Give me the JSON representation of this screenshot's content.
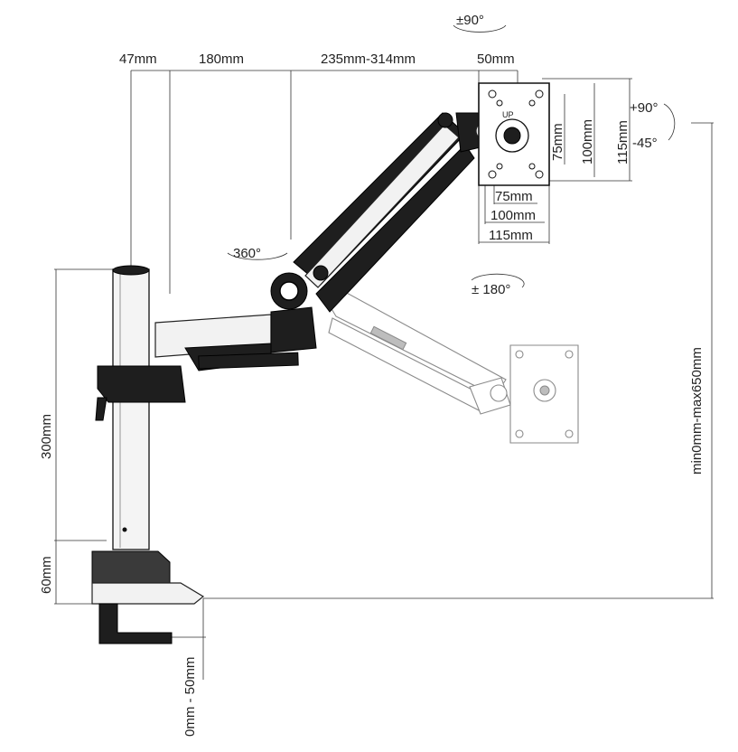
{
  "dimensions": {
    "rotate_top": "±90°",
    "width_47": "47mm",
    "width_180": "180mm",
    "width_235_314": "235mm-314mm",
    "width_50": "50mm",
    "tilt_up": "+90°",
    "tilt_down": "-45°",
    "vesa_h_75": "75mm",
    "vesa_h_100": "100mm",
    "vesa_h_115": "115mm",
    "vesa_w_75": "75mm",
    "vesa_w_100": "100mm",
    "vesa_w_115": "115mm",
    "rotate_arm": "360°",
    "rotate_head": "± 180°",
    "height_range": "min0mm-max650mm",
    "pole_300": "300mm",
    "base_60": "60mm",
    "clamp_range": "0mm - 50mm"
  },
  "plate_labels": {
    "up": "UP"
  },
  "colors": {
    "arm": "#1e1e1e",
    "ghost": "#8a8a8a",
    "line": "#333333"
  }
}
